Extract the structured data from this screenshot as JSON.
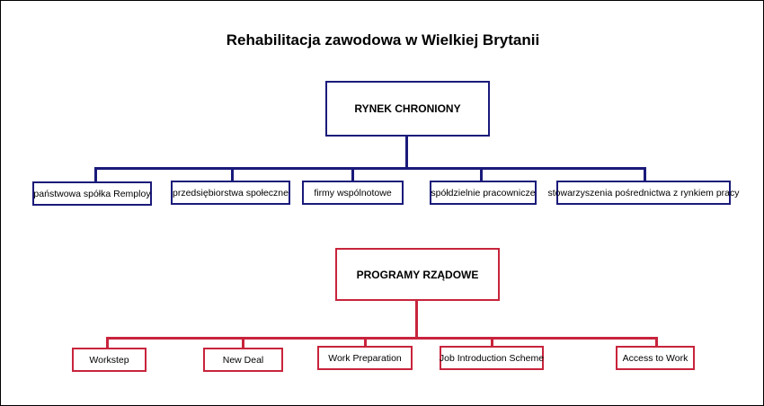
{
  "title": "Rehabilitacja zawodowa w Wielkiej Brytanii",
  "colors": {
    "protected_market": "#1a1a7a",
    "government_programs": "#c8243c"
  },
  "protected_market": {
    "label": "RYNEK CHRONIONY",
    "children": [
      "państwowa spółka Remploy",
      "przedsiębiorstwa społeczne",
      "firmy wspólnotowe",
      "spółdzielnie pracownicze",
      "stowarzyszenia pośrednictwa z rynkiem pracy"
    ]
  },
  "government_programs": {
    "label": "PROGRAMY RZĄDOWE",
    "children": [
      "Workstep",
      "New Deal",
      "Work Preparation",
      "Job Introduction Scheme",
      "Access to Work"
    ]
  }
}
